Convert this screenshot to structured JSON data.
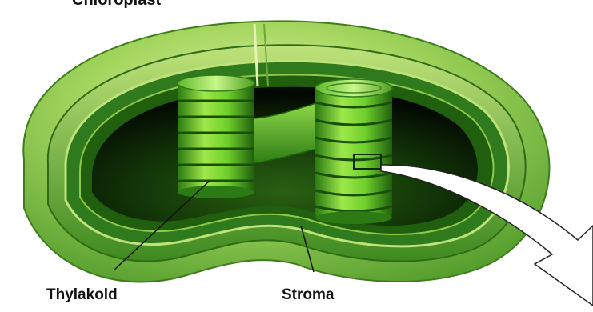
{
  "diagram": {
    "title": "Chloroplast",
    "labels": {
      "thylakoid": "Thylakold",
      "stroma": "Stroma"
    },
    "colors": {
      "outer_membrane": "#a4d65e",
      "inner_membrane": "#2f7a1c",
      "stroma": "#0a1a05",
      "thylakoid_light": "#8fdc3a",
      "thylakoid_dark": "#1f5f0e",
      "arrow_fill": "#ffffff",
      "label_text": "#111111"
    },
    "icons": {
      "callout": "curved-arrow-icon"
    }
  }
}
